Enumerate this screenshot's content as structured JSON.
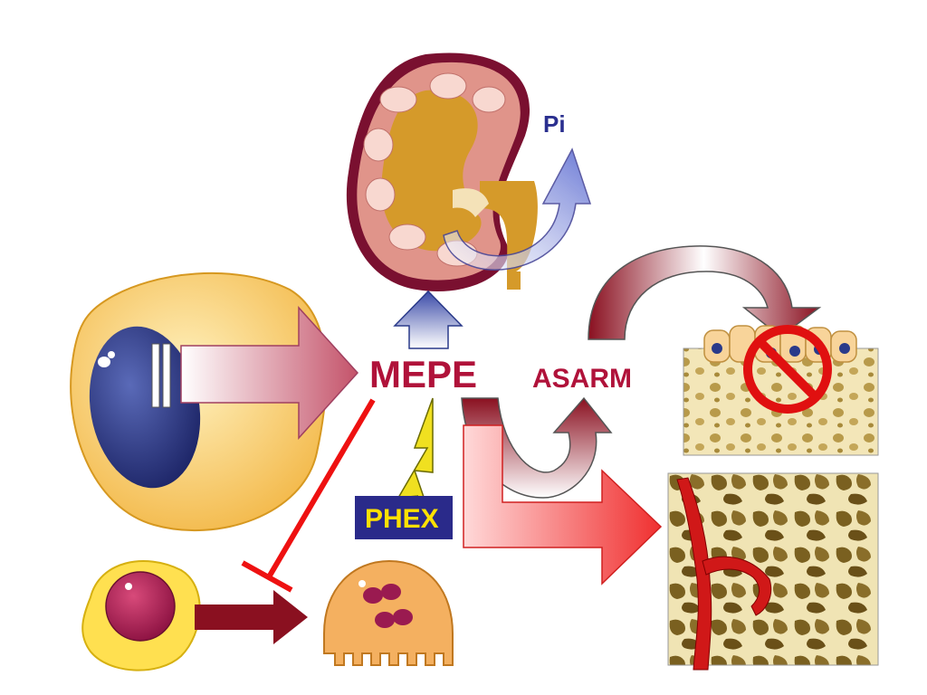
{
  "labels": {
    "mepe": "MEPE",
    "asarm": "ASARM",
    "phex": "PHEX",
    "pi": "Pi"
  },
  "colors": {
    "mepe_text": "#b0123a",
    "asarm_text": "#b0123a",
    "pi_text": "#2a2f8f",
    "phex_box": "#2a2a8a",
    "phex_text": "#ffe100",
    "inhibit": "#ee1111",
    "prohibit": "#e01010"
  },
  "icons": [
    "kidney",
    "osteocyte",
    "osteoblast-layer",
    "trabecular-bone",
    "osteoclast",
    "monocyte",
    "prohibition-sign"
  ]
}
